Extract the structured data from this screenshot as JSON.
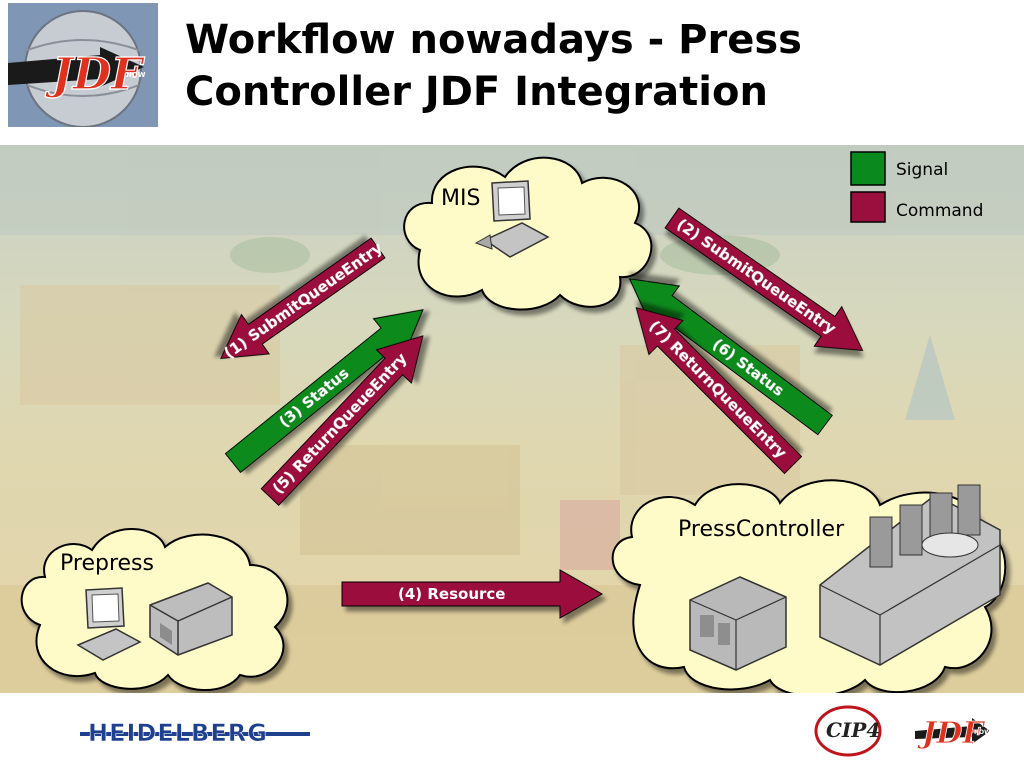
{
  "title_line1": "Workflow nowadays - Press",
  "title_line2": "Controller JDF Integration",
  "logos": {
    "jdf_header": "JDF",
    "jdf_header_small": "NOW",
    "heidelberg": "HEIDELBERG",
    "cip4": "CIP4",
    "jdf_footer": "JDF",
    "jdf_footer_small": "NOW"
  },
  "legend": {
    "signal": "Signal",
    "command": "Command",
    "signal_color": "#0a8a1e",
    "command_color": "#9b0f3e"
  },
  "clouds": {
    "mis": "MIS",
    "prepress": "Prepress",
    "press_controller": "PressController"
  },
  "arrows": {
    "a1": "(1) SubmitQueueEntry",
    "a2": "(2) SubmitQueueEntry",
    "a3": "(3) Status",
    "a4": "(4) Resource",
    "a5": "(5) ReturnQueueEntry",
    "a6": "(6) Status",
    "a7": "(7) ReturnQueueEntry"
  }
}
